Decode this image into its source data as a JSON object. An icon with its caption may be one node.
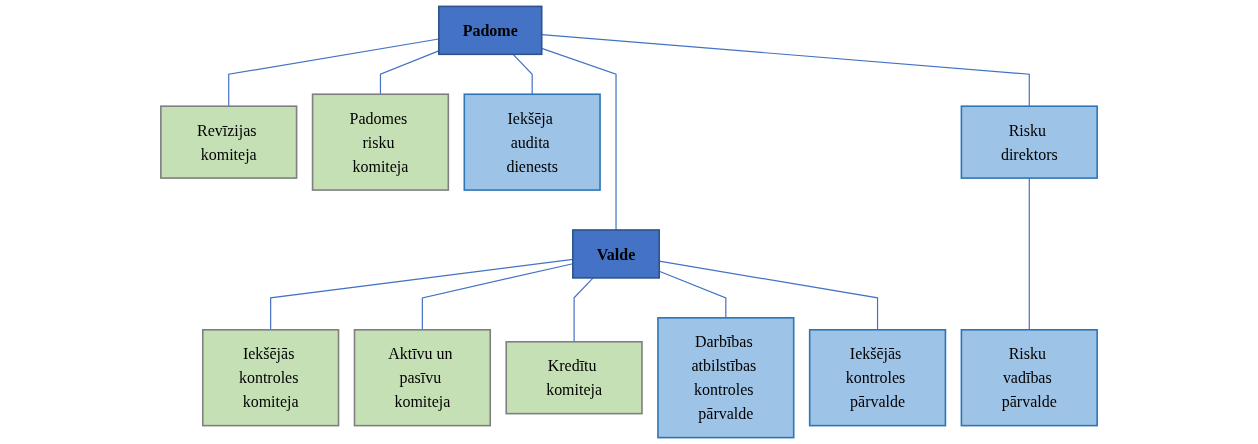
{
  "diagram": {
    "nodes": [
      {
        "text": [
          "Padome"
        ]
      },
      {
        "text": [
          "Revīzijas komiteja"
        ]
      },
      {
        "text": [
          "Padomes risku komiteja"
        ]
      },
      {
        "text": [
          "Iekšēja audita dienests"
        ]
      },
      {
        "text": [
          "Risku direktors"
        ]
      },
      {
        "text": [
          "Risku vadības pārvalde"
        ]
      },
      {
        "text": [
          "Valde"
        ]
      },
      {
        "text": [
          "Iekšējās kontroles komiteja"
        ]
      },
      {
        "text": [
          "Aktīvu un pasīvu komiteja"
        ]
      },
      {
        "text": [
          "Kredītu komiteja"
        ]
      },
      {
        "text": [
          "Darbības atbilstības kontroles pārvalde"
        ]
      },
      {
        "text": [
          "Iekšējās kontroles pārvalde"
        ]
      }
    ],
    "edges": [
      {
        "from": 0,
        "to": 1,
        "arrow": "none"
      },
      {
        "from": 0,
        "to": 2,
        "arrow": "none"
      },
      {
        "from": 0,
        "to": 6,
        "arrow": "none"
      },
      {
        "from": 0,
        "to": 3,
        "arrow": "none"
      },
      {
        "from": 0,
        "to": 4,
        "arrow": "none"
      },
      {
        "from": 4,
        "to": 5,
        "arrow": "none"
      },
      {
        "from": 6,
        "to": 7,
        "arrow": "none"
      },
      {
        "from": 6,
        "to": 8,
        "arrow": "none"
      },
      {
        "from": 6,
        "to": 9,
        "arrow": "none"
      },
      {
        "from": 6,
        "to": 10,
        "arrow": "none"
      },
      {
        "from": 6,
        "to": 11,
        "arrow": "none"
      }
    ]
  }
}
